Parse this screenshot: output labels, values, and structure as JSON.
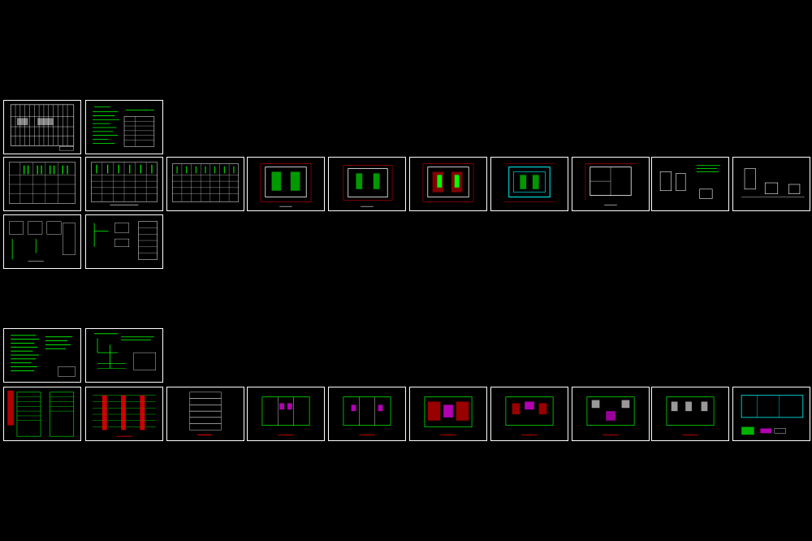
{
  "viewer": {
    "background": "#000000",
    "frame_color": "#ffffff",
    "accent_colors": {
      "green": "#00ff00",
      "red": "#ff0000",
      "white": "#ffffff",
      "cyan": "#00ffff",
      "magenta": "#ff00ff",
      "yellow": "#ffff00"
    }
  },
  "set_a": {
    "sheets": [
      {
        "kind": "table"
      },
      {
        "kind": "notes"
      },
      {
        "kind": "table-green"
      },
      {
        "kind": "table-green"
      },
      {
        "kind": "table-plain"
      },
      {
        "kind": "plan-green"
      },
      {
        "kind": "plan-green"
      },
      {
        "kind": "plan-green"
      },
      {
        "kind": "plan-cyan"
      },
      {
        "kind": "plan-plain"
      },
      {
        "kind": "detail"
      },
      {
        "kind": "detail"
      },
      {
        "kind": "schematic"
      },
      {
        "kind": "schematic-table"
      }
    ]
  },
  "set_b": {
    "sheets": [
      {
        "kind": "notes-green"
      },
      {
        "kind": "diagram"
      },
      {
        "kind": "riser-green"
      },
      {
        "kind": "riser-red"
      },
      {
        "kind": "riser-white"
      },
      {
        "kind": "floor-plan"
      },
      {
        "kind": "floor-plan"
      },
      {
        "kind": "floor-plan-red"
      },
      {
        "kind": "floor-plan"
      },
      {
        "kind": "floor-plan"
      },
      {
        "kind": "floor-plan"
      },
      {
        "kind": "roof-plan"
      }
    ]
  }
}
